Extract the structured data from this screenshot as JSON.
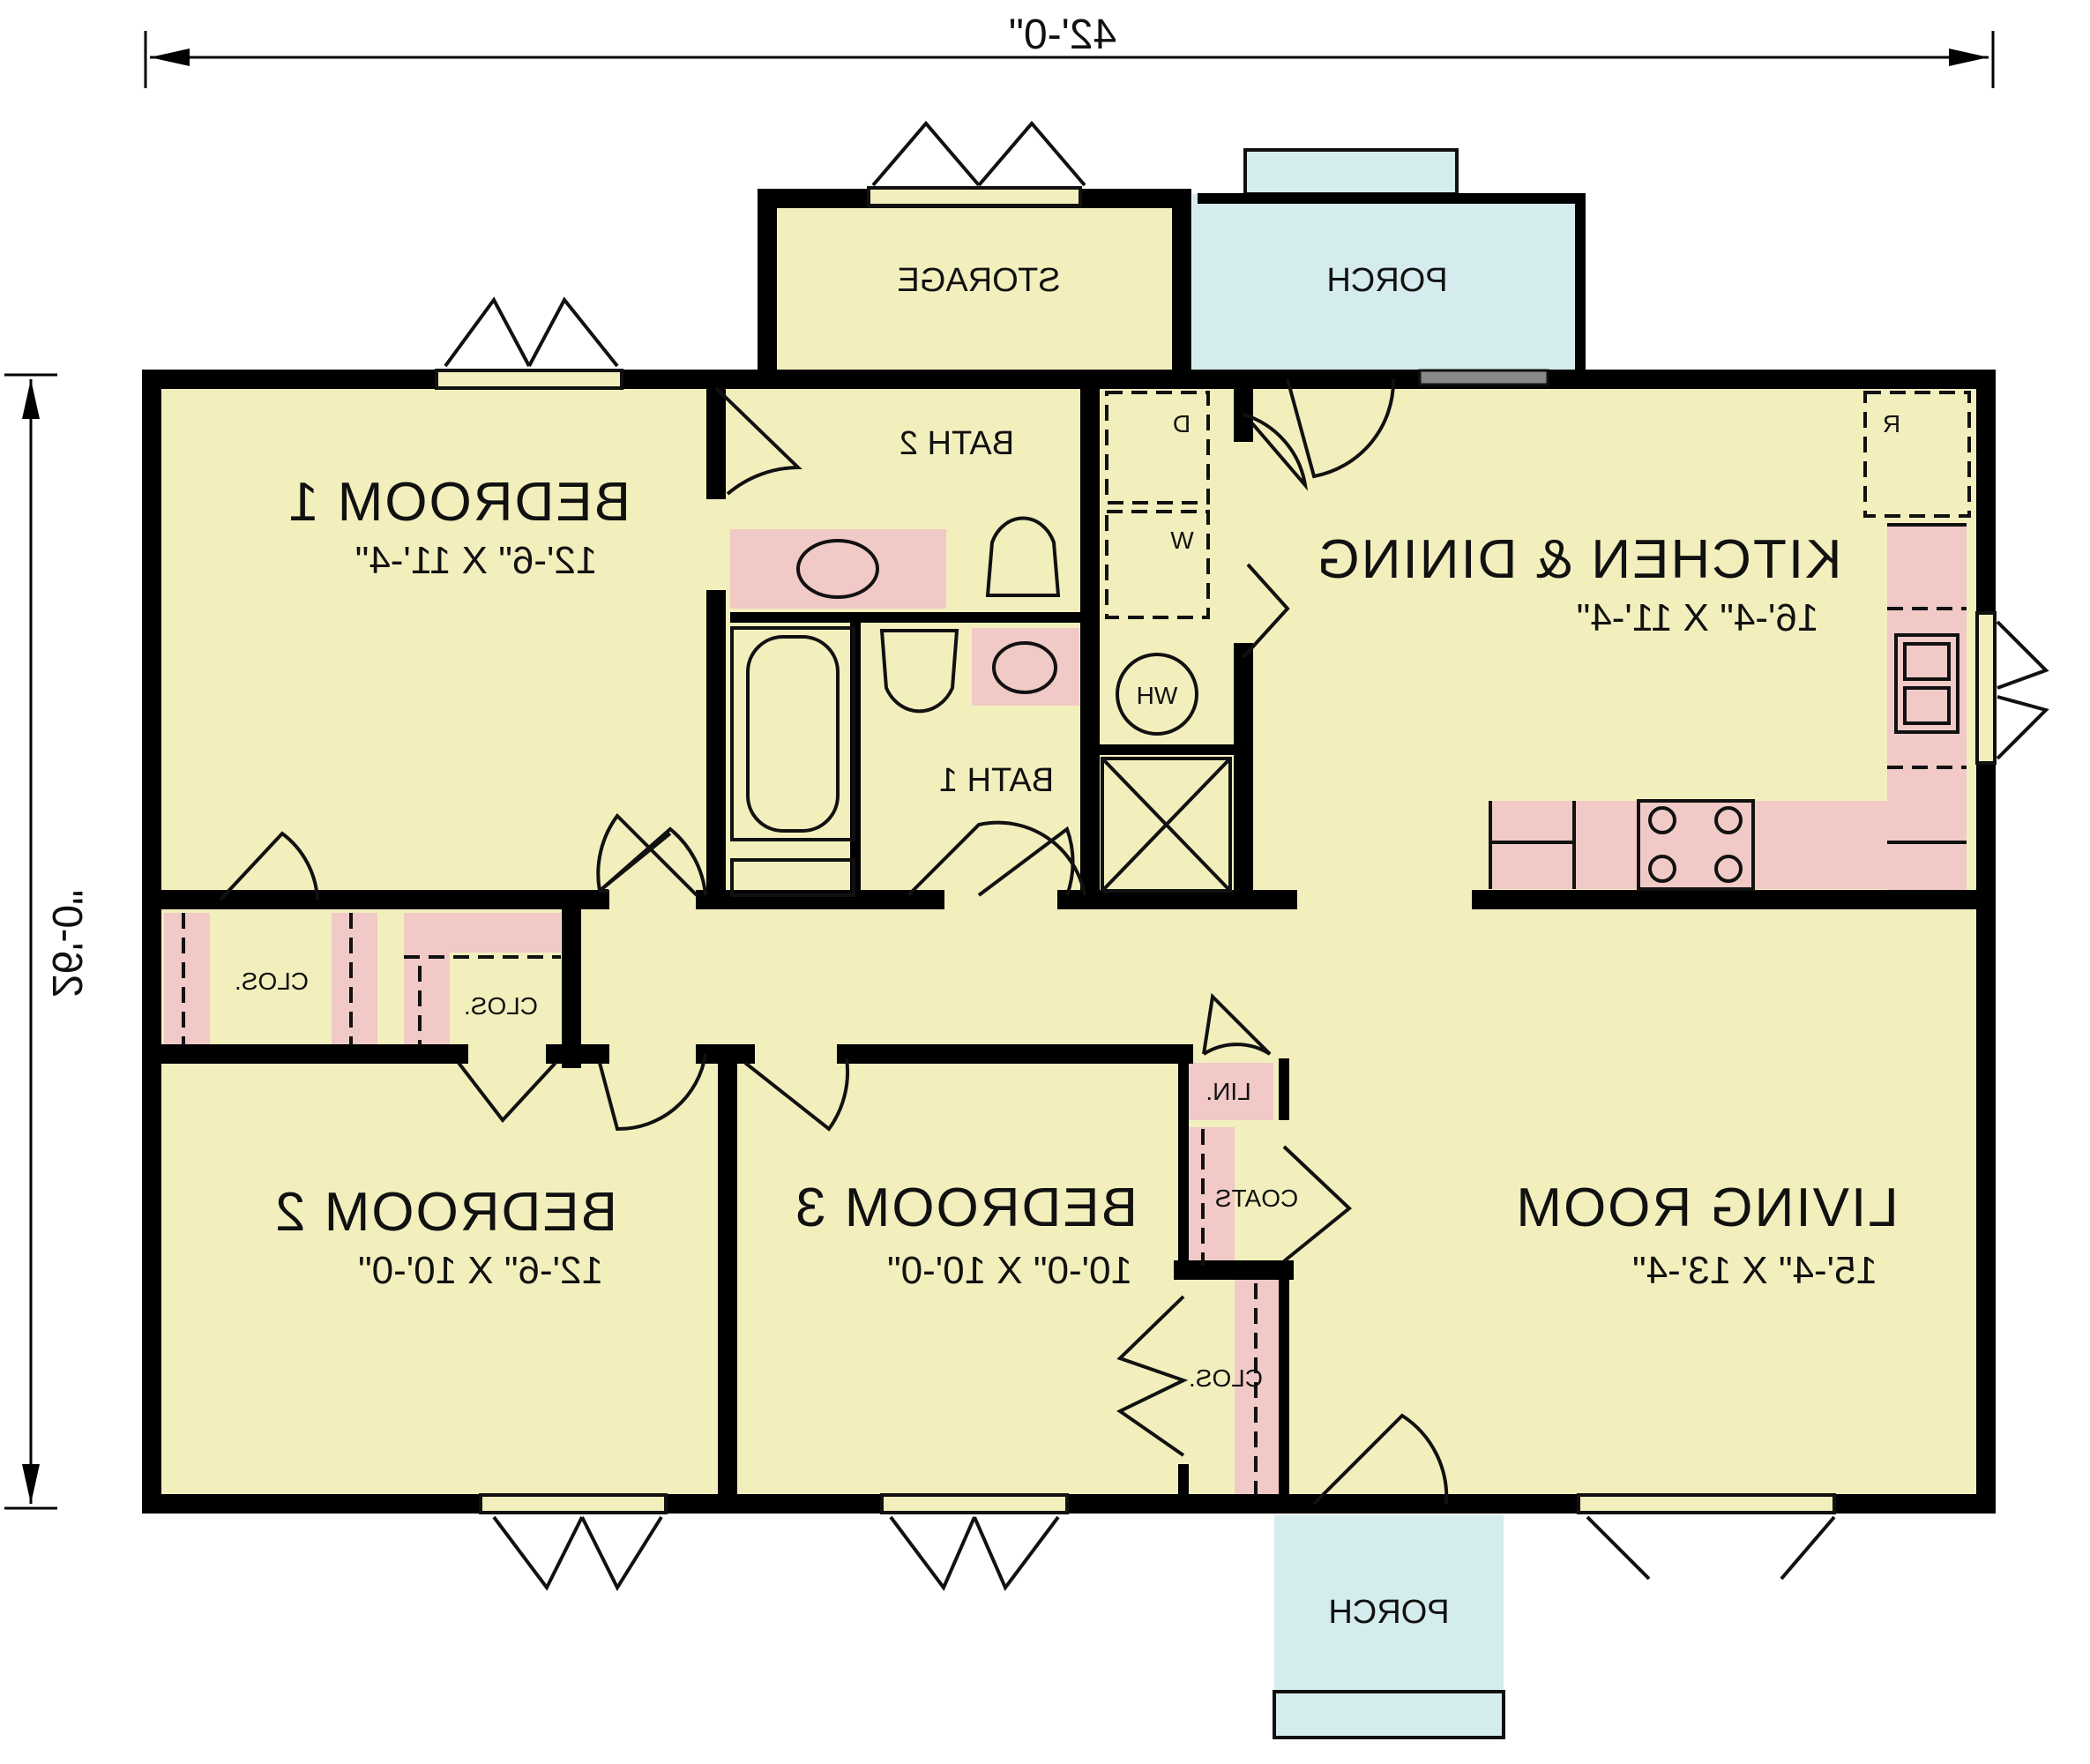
{
  "dimensions": {
    "width": "42'-0\"",
    "depth": "26'-0\""
  },
  "rooms": {
    "bedroom1": {
      "name": "BEDROOM 1",
      "size": "12'-6\" X 11'-4\""
    },
    "bedroom2": {
      "name": "BEDROOM 2",
      "size": "12'-6\" X 10'-0\""
    },
    "bedroom3": {
      "name": "BEDROOM 3",
      "size": "10'-0\" X 10'-0\""
    },
    "kitchen": {
      "name": "KITCHEN & DINING",
      "size": "16'-4\" X 11'-4\""
    },
    "living": {
      "name": "LIVING ROOM",
      "size": "15'-4\" X 13'-4\""
    }
  },
  "labels": {
    "bath1": "BATH 1",
    "bath2": "BATH 2",
    "storage": "STORAGE",
    "porch_rear": "PORCH",
    "porch_front": "PORCH",
    "clos_b1": "CLOS.",
    "clos_b2": "CLOS.",
    "clos_b3": "CLOS.",
    "lin": "LIN.",
    "coats": "COATS",
    "dryer": "D",
    "washer": "W",
    "water_heater": "WH",
    "refrigerator": "R"
  },
  "colors": {
    "room": "#f2efbd",
    "fixture": "#f1c9c6",
    "porch": "#d5ecee",
    "wall": "#000000"
  }
}
